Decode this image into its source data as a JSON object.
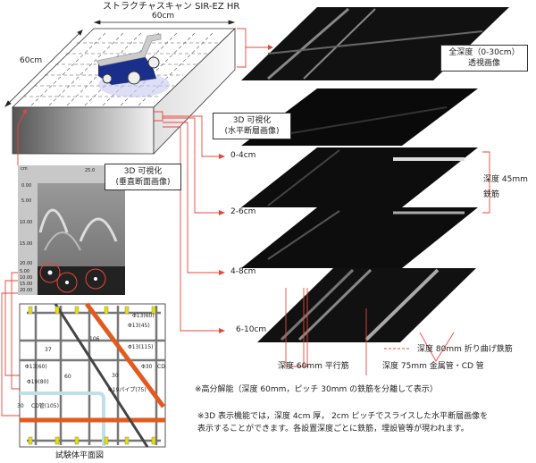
{
  "title": "ストラクチャスキャン SIR-EZ HR",
  "dim_width": "60cm",
  "dim_depth": "60cm",
  "box_full": {
    "line1": "全深度（0-30cm）",
    "line2": "透視画像"
  },
  "box_horizontal": {
    "line1": "3D 可視化",
    "line2": "(水平断層画像)"
  },
  "box_vertical": {
    "line1": "3D 可視化",
    "line2": "(垂直断面画像)"
  },
  "depth_labels": [
    "0-4cm",
    "2-6cm",
    "4-8cm",
    "6-10cm"
  ],
  "annotations": {
    "rebar45": {
      "line1": "深度 45mm",
      "line2": "鉄筋"
    },
    "bent80": "深度 80mm 折り曲げ鉄筋",
    "parallel60": "深度 60mm 平行筋",
    "pipe75": "深度 75mm 金属管・CD 管"
  },
  "gpr": {
    "x_unit": "cm",
    "y_unit": "cm",
    "x_tick": "25.0",
    "y_ticks": [
      "0.00",
      "5.00",
      "10.00",
      "15.00",
      "20.00"
    ],
    "y_ticks2": [
      "5.00",
      "10.00",
      "15.00",
      "20.00"
    ]
  },
  "plan": {
    "caption": "試験体平面図",
    "labels": [
      "Φ13(60)",
      "Φ13(45)",
      "Φ13(115)",
      "Φ13(60)",
      "37",
      "106",
      "60",
      "30",
      "Φ30",
      "CD",
      "Φ19(80)",
      "Φ19パイプ(75)",
      "30",
      "CD管(105)"
    ]
  },
  "notes": [
    "※高分解能（深度 60mm，ピッチ 30mm の鉄筋を分離して表示）",
    "※3D 表示機能では，深度 4cm 厚， 2cm ピッチでスライスした水平断層画像を",
    "表示することができます。各設置深度ごとに鉄筋，埋設管等が現われます。"
  ],
  "colors": {
    "accent": "#e8473a",
    "rebar_orange": "#e35a1e",
    "cd_blue": "#bfe0ea"
  }
}
